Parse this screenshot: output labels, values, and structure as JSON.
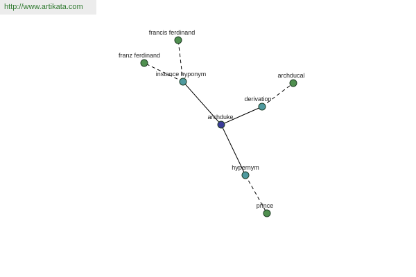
{
  "watermark": {
    "text": "http://www.artikata.com"
  },
  "colors": {
    "center_node": "#3b3b9a",
    "relation_node": "#4f9a9f",
    "leaf_node": "#4f8f4f",
    "node_stroke": "#1f3d24",
    "edge": "#000000",
    "watermark_bg": "#ececec",
    "watermark_text": "#2f7a2f"
  },
  "graph": {
    "nodes": [
      {
        "id": "archduke",
        "label": "archduke",
        "kind": "center"
      },
      {
        "id": "instance_hyponym",
        "label": "instance hyponym",
        "kind": "relation"
      },
      {
        "id": "derivation",
        "label": "derivation",
        "kind": "relation"
      },
      {
        "id": "hypernym",
        "label": "hypernym",
        "kind": "relation"
      },
      {
        "id": "francis_ferdinand",
        "label": "francis ferdinand",
        "kind": "leaf"
      },
      {
        "id": "franz_ferdinand",
        "label": "franz ferdinand",
        "kind": "leaf"
      },
      {
        "id": "archducal",
        "label": "archducal",
        "kind": "leaf"
      },
      {
        "id": "prince",
        "label": "prince",
        "kind": "leaf"
      }
    ],
    "edges": [
      {
        "from": "archduke",
        "to": "instance_hyponym",
        "style": "solid"
      },
      {
        "from": "archduke",
        "to": "derivation",
        "style": "solid"
      },
      {
        "from": "archduke",
        "to": "hypernym",
        "style": "solid"
      },
      {
        "from": "instance_hyponym",
        "to": "francis_ferdinand",
        "style": "dashed"
      },
      {
        "from": "instance_hyponym",
        "to": "franz_ferdinand",
        "style": "dashed"
      },
      {
        "from": "derivation",
        "to": "archducal",
        "style": "dashed"
      },
      {
        "from": "hypernym",
        "to": "prince",
        "style": "dashed"
      }
    ]
  }
}
